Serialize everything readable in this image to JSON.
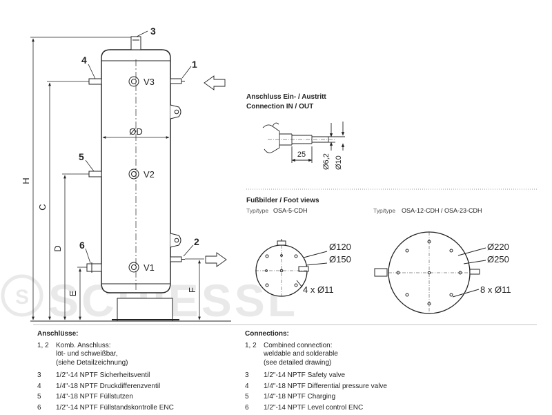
{
  "brand": "SCHIESSL",
  "main_drawing": {
    "labels": {
      "H": "H",
      "C": "C",
      "D": "D",
      "E": "E",
      "F": "F",
      "OD": "ØD",
      "V1": "V1",
      "V2": "V2",
      "V3": "V3",
      "p1": "1",
      "p2": "2",
      "p3": "3",
      "p4": "4",
      "p5": "5",
      "p6": "6"
    }
  },
  "connection_detail": {
    "title_de": "Anschluss Ein- / Austritt",
    "title_en": "Connection IN / OUT",
    "dim_25": "25",
    "dim_d62": "Ø6,2",
    "dim_d10": "Ø10"
  },
  "foot_views": {
    "title": "Fußbilder / Foot views",
    "type_prefix": "Typ/type",
    "left": {
      "type": "OSA-5-CDH",
      "d1": "Ø120",
      "d2": "Ø150",
      "holes": "4 x Ø11"
    },
    "right": {
      "type": "OSA-12-CDH / OSA-23-CDH",
      "d1": "Ø220",
      "d2": "Ø250",
      "holes": "8 x Ø11"
    }
  },
  "legend_de": {
    "header": "Anschlüsse:",
    "items": [
      {
        "num": "1, 2",
        "text": "Komb. Anschluss:\nlöt- und schweißbar,\n(siehe Detailzeichnung)"
      },
      {
        "num": "3",
        "text": "1/2\"-14 NPTF Sicherheitsventil"
      },
      {
        "num": "4",
        "text": "1/4\"-18 NPTF Druckdifferenzventil"
      },
      {
        "num": "5",
        "text": "1/4\"-18 NPTF Füllstutzen"
      },
      {
        "num": "6",
        "text": "1/2\"-14 NPTF Füllstandskontrolle ENC"
      }
    ]
  },
  "legend_en": {
    "header": "Connections:",
    "items": [
      {
        "num": "1, 2",
        "text": "Combined connection:\nweldable and solderable\n(see detailed drawing)"
      },
      {
        "num": "3",
        "text": "1/2\"-14 NPTF Safety valve"
      },
      {
        "num": "4",
        "text": "1/4\"-18 NPTF Differential pressure valve"
      },
      {
        "num": "5",
        "text": "1/4\"-18 NPTF Charging"
      },
      {
        "num": "6",
        "text": "1/2\"-14 NPTF Level control ENC"
      }
    ]
  }
}
